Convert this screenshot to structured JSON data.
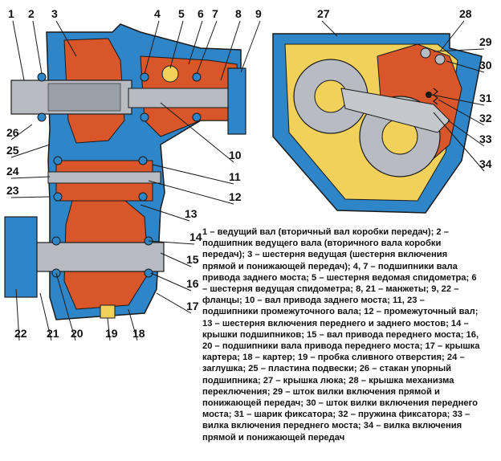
{
  "callouts": [
    "1",
    "2",
    "3",
    "4",
    "5",
    "6",
    "7",
    "8",
    "9",
    "10",
    "11",
    "12",
    "13",
    "14",
    "15",
    "16",
    "17",
    "18",
    "19",
    "20",
    "21",
    "22",
    "23",
    "24",
    "25",
    "26",
    "27",
    "28",
    "29",
    "30",
    "31",
    "32",
    "33",
    "34"
  ],
  "legend_lines": [
    "1 – ведущий вал (вторичный вал коробки передач); 2 –",
    "подшипник ведущего вала (вторичного вала коробки",
    "передач); 3 – шестерня ведущая (шестерня включения",
    "прямой и понижающей передач); 4, 7 – подшипники вала",
    "привода заднего моста; 5 – шестерня ведомая спидометра; 6",
    "– шестерня ведущая спидометра; 8, 21 – манжеты; 9, 22 –",
    "фланцы; 10 – вал привода заднего моста; 11, 23 –",
    "подшипники промежуточного вала; 12 – промежуточный вал;",
    "13 – шестерня включения переднего и заднего мостов; 14 –",
    "крышки подшипников; 15 – вал привода переднего моста; 16,",
    "20 – подшипники вала привода переднего моста; 17 – крышка",
    "картера; 18 – картер; 19 – пробка сливного отверстия; 24 –",
    "заглушка; 25 – пластина подвески; 26 – стакан упорный",
    "подшипника; 27 – крышка люка; 28 – крышка механизма",
    "переключения; 29 – шток вилки включения прямой и",
    "понижающей передач; 30 – шток вилки включения переднего",
    "моста; 31 – шарик фиксатора; 32 – пружина фиксатора; 33 –",
    "вилка включения переднего моста; 34 – вилка включения",
    "прямой и понижающей передач"
  ],
  "colors": {
    "housing_blue": "#2e86c8",
    "gear_red": "#d9552a",
    "cover_yellow": "#f2d15a",
    "steel_gray": "#b8bcc2",
    "outline": "#1a1a1a"
  }
}
